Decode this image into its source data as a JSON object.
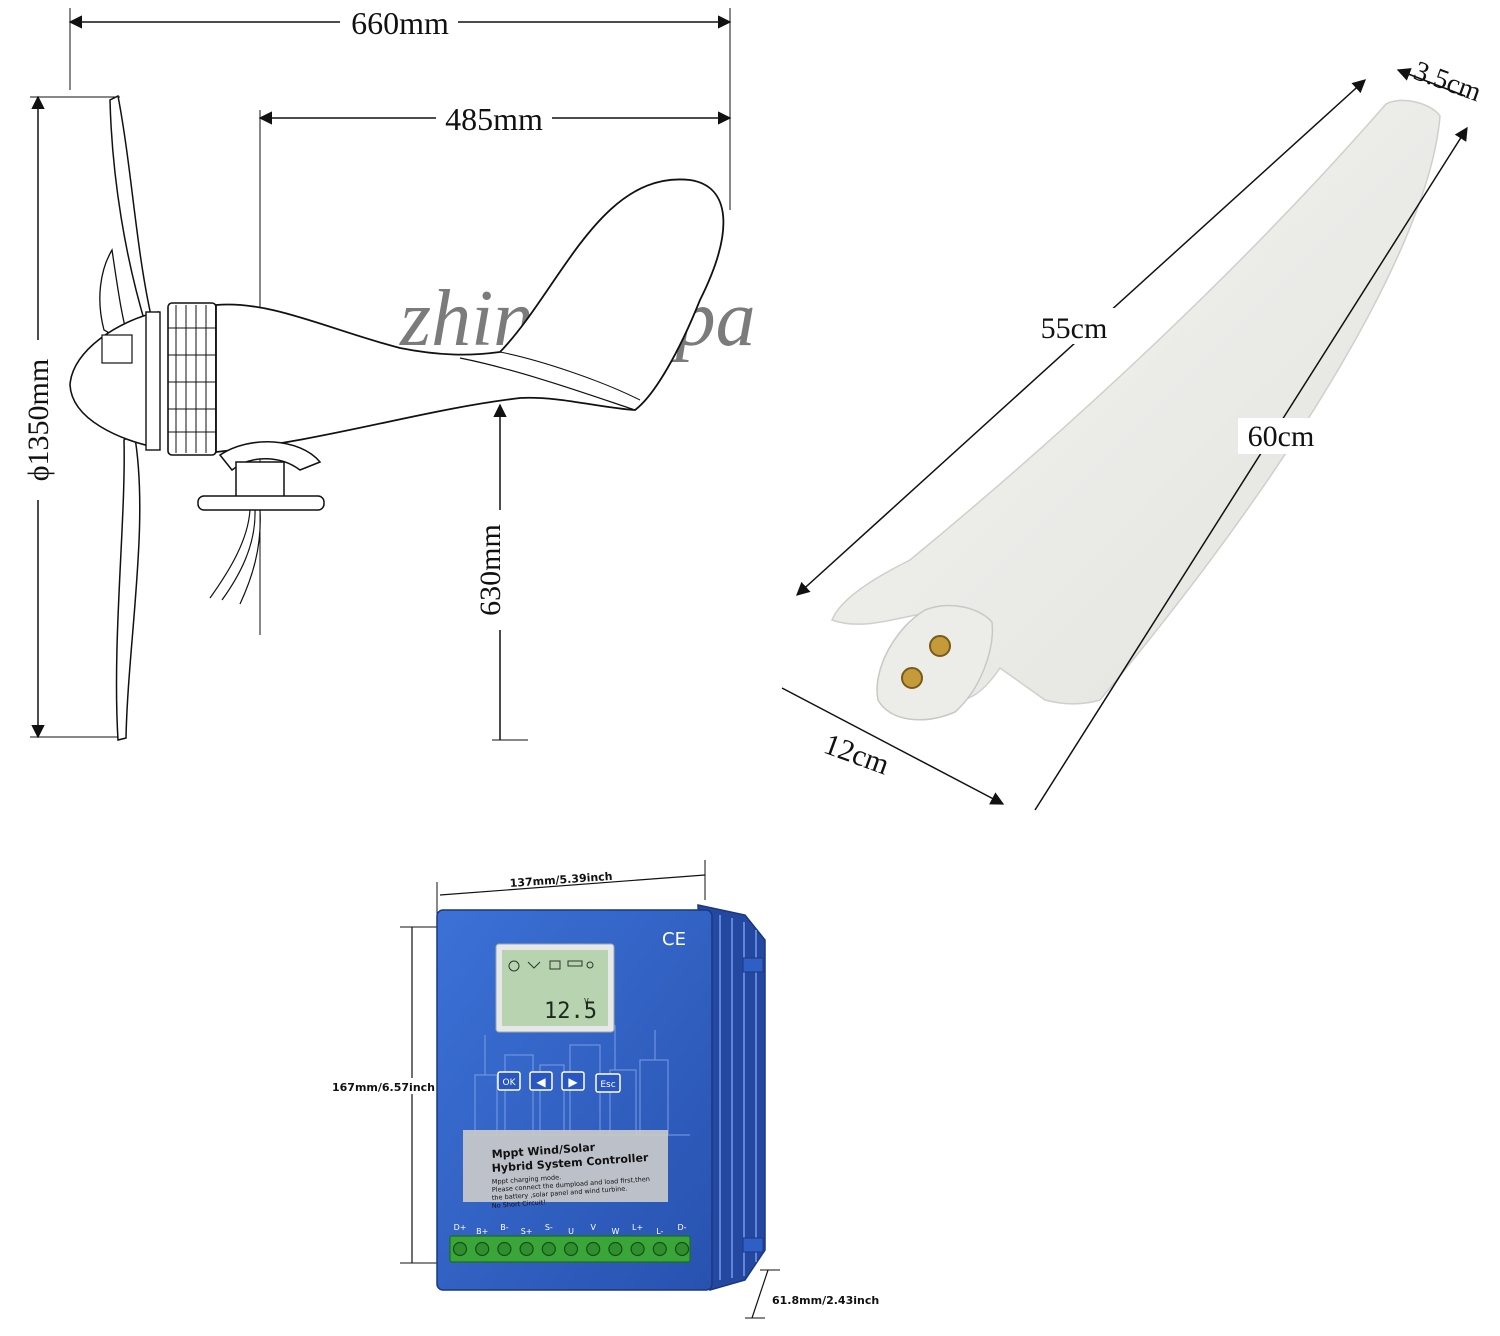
{
  "turbine_drawing": {
    "total_length": "660mm",
    "body_length": "485mm",
    "rotor_diameter": "ϕ1350mm",
    "mount_height": "630mm",
    "watermark": "zhiningppa"
  },
  "blade_photo": {
    "tip_width": "3.5cm",
    "leading_edge_length": "55cm",
    "trailing_edge_length": "60cm",
    "root_width": "12cm"
  },
  "controller": {
    "width_label": "137mm/5.39inch",
    "height_label": "167mm/6.57inch",
    "depth_label": "61.8mm/2.43inch",
    "ce_mark": "CE",
    "lcd_reading": "12.5",
    "lcd_unit": "V",
    "buttons": [
      "OK",
      "◀",
      "▶",
      "Esc"
    ],
    "title_line1": "Mppt Wind/Solar",
    "title_line2": "Hybrid System Controller",
    "notes": [
      "Mppt charging mode.",
      "Please connect the dumpload and load first,then",
      "the battery ,solar panel and wind turbine.",
      "No Short Circuit!"
    ],
    "terminals": [
      "D+",
      "B+",
      "B-",
      "S+",
      "S-",
      "U",
      "V",
      "W",
      "L+",
      "L-",
      "D-"
    ],
    "colors": {
      "body": "#2f5fc4",
      "side": "#2448a0",
      "terminal": "#3aa63a",
      "lcd": "#b8d3b0"
    }
  }
}
